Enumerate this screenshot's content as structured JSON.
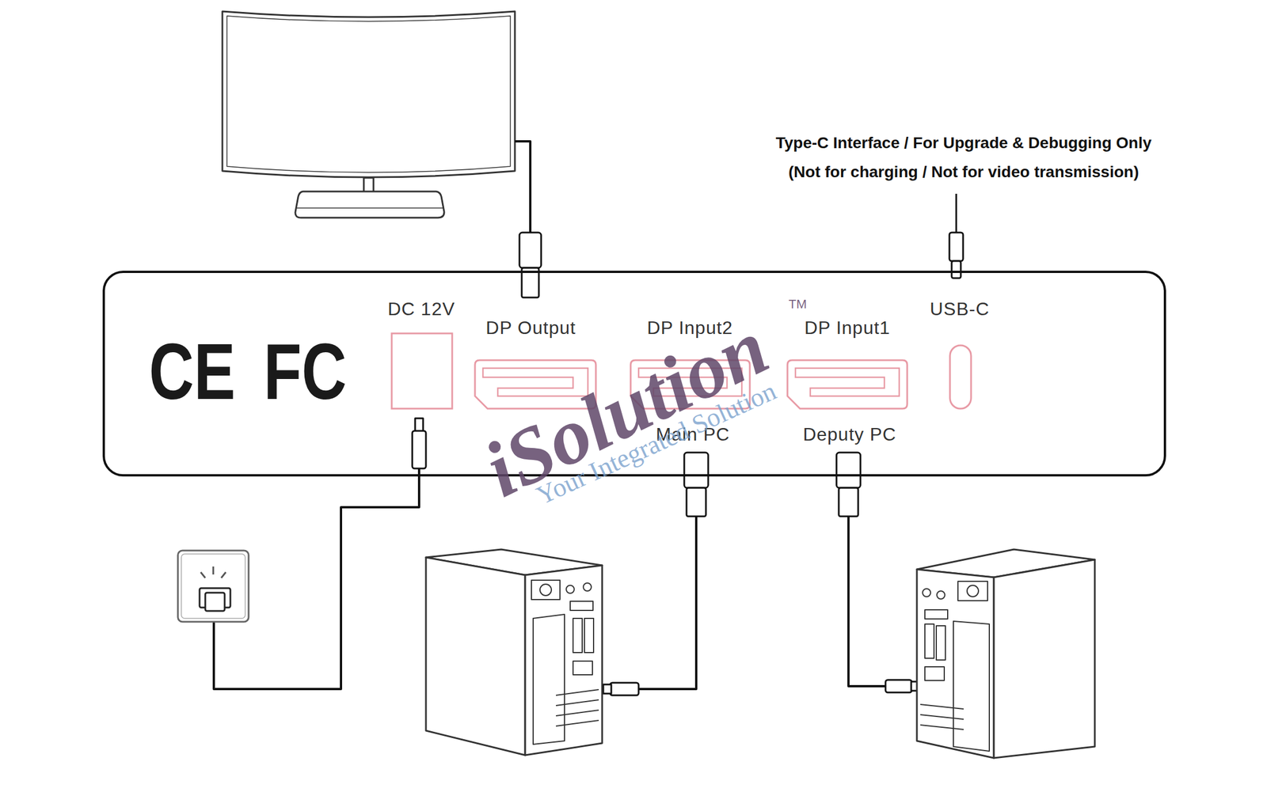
{
  "diagram": {
    "nodes": [
      {
        "text": [
          "CE",
          "FC"
        ]
      },
      {
        "text": [
          "DC 12V"
        ],
        "in": 0
      },
      {
        "text": [
          "DP Output"
        ],
        "in": 0
      },
      {
        "text": [
          "DP Input2",
          "Main PC"
        ],
        "in": 0
      },
      {
        "text": [
          "DP Input1",
          "Deputy PC"
        ],
        "in": 0
      },
      {
        "text": [
          "USB-C"
        ],
        "in": 0
      }
    ],
    "labels": [
      "Type-C Interface / For Upgrade & Debugging Only",
      "(Not for charging / Not for video transmission)",
      "iSolution",
      "TM",
      "Your Integrated Solution"
    ]
  }
}
